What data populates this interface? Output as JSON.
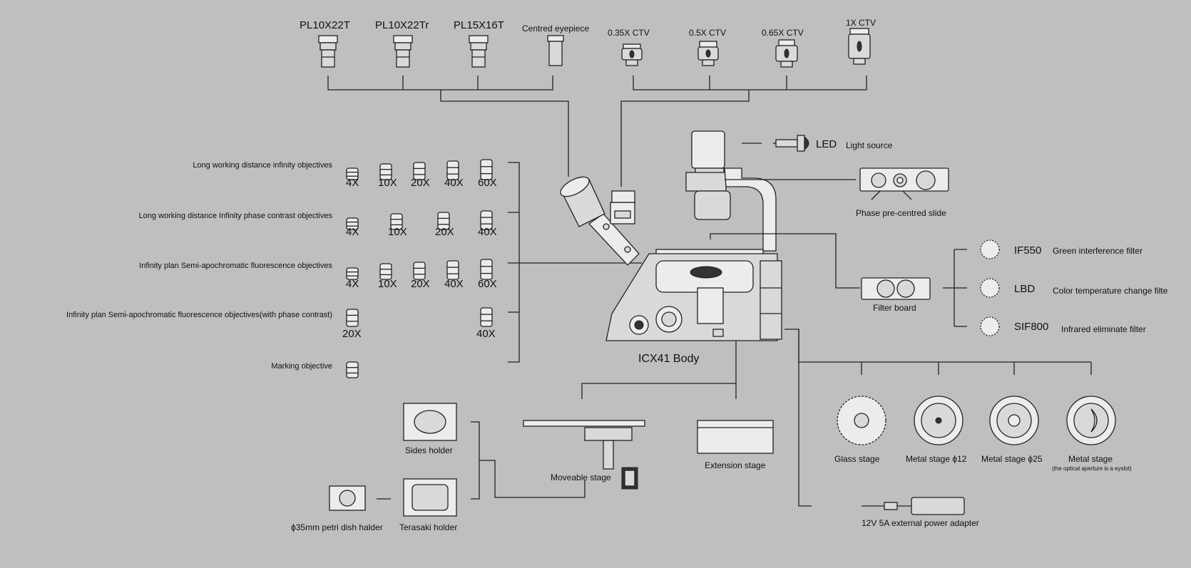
{
  "eyepieces": {
    "items": [
      {
        "label": "PL10X22T"
      },
      {
        "label": "PL10X22Tr"
      },
      {
        "label": "PL15X16T"
      },
      {
        "label": "Centred eyepiece"
      }
    ]
  },
  "ctv": {
    "items": [
      {
        "label": "0.35X  CTV"
      },
      {
        "label": "0.5X  CTV"
      },
      {
        "label": "0.65X  CTV"
      },
      {
        "label": "1X  CTV"
      }
    ]
  },
  "objectives": {
    "rows": [
      {
        "label": "Long working distance infinity objectives",
        "mags": [
          "4X",
          "10X",
          "20X",
          "40X",
          "60X"
        ]
      },
      {
        "label": "Long working distance Infinity phase contrast objectives",
        "mags": [
          "4X",
          "10X",
          "20X",
          "40X"
        ]
      },
      {
        "label": "Infinity plan Semi-apochromatic fluorescence objectives",
        "mags": [
          "4X",
          "10X",
          "20X",
          "40X",
          "60X"
        ]
      },
      {
        "label": "Infinity plan Semi-apochromatic fluorescence objectives(with phase contrast)",
        "mags": [
          "20X",
          "40X"
        ]
      },
      {
        "label": "Marking objective",
        "mags": []
      }
    ]
  },
  "body": {
    "label": "ICX41 Body"
  },
  "light": {
    "code": "LED",
    "label": "Light source"
  },
  "slide": {
    "label": "Phase pre-centred slide"
  },
  "filter_board": {
    "label": "Filter board"
  },
  "filters": {
    "items": [
      {
        "code": "IF550",
        "label": "Green interference filter"
      },
      {
        "code": "LBD",
        "label": "Color temperature change filte"
      },
      {
        "code": "SIF800",
        "label": "Infrared eliminate filter"
      }
    ]
  },
  "stages": {
    "items": [
      {
        "label": "Glass stage",
        "note": ""
      },
      {
        "label": "Metal stage ϕ12",
        "note": ""
      },
      {
        "label": "Metal stage ϕ25",
        "note": ""
      },
      {
        "label": "Metal stage",
        "note": "(the optical aperture is a eyslot)"
      }
    ],
    "moveable": "Moveable stage",
    "extension": "Extension stage"
  },
  "holders": {
    "slides": "Sides holder",
    "terasaki": "Terasaki holder",
    "petri": "ϕ35mm petri dish halder"
  },
  "power": {
    "label": "12V 5A external power adapter"
  }
}
